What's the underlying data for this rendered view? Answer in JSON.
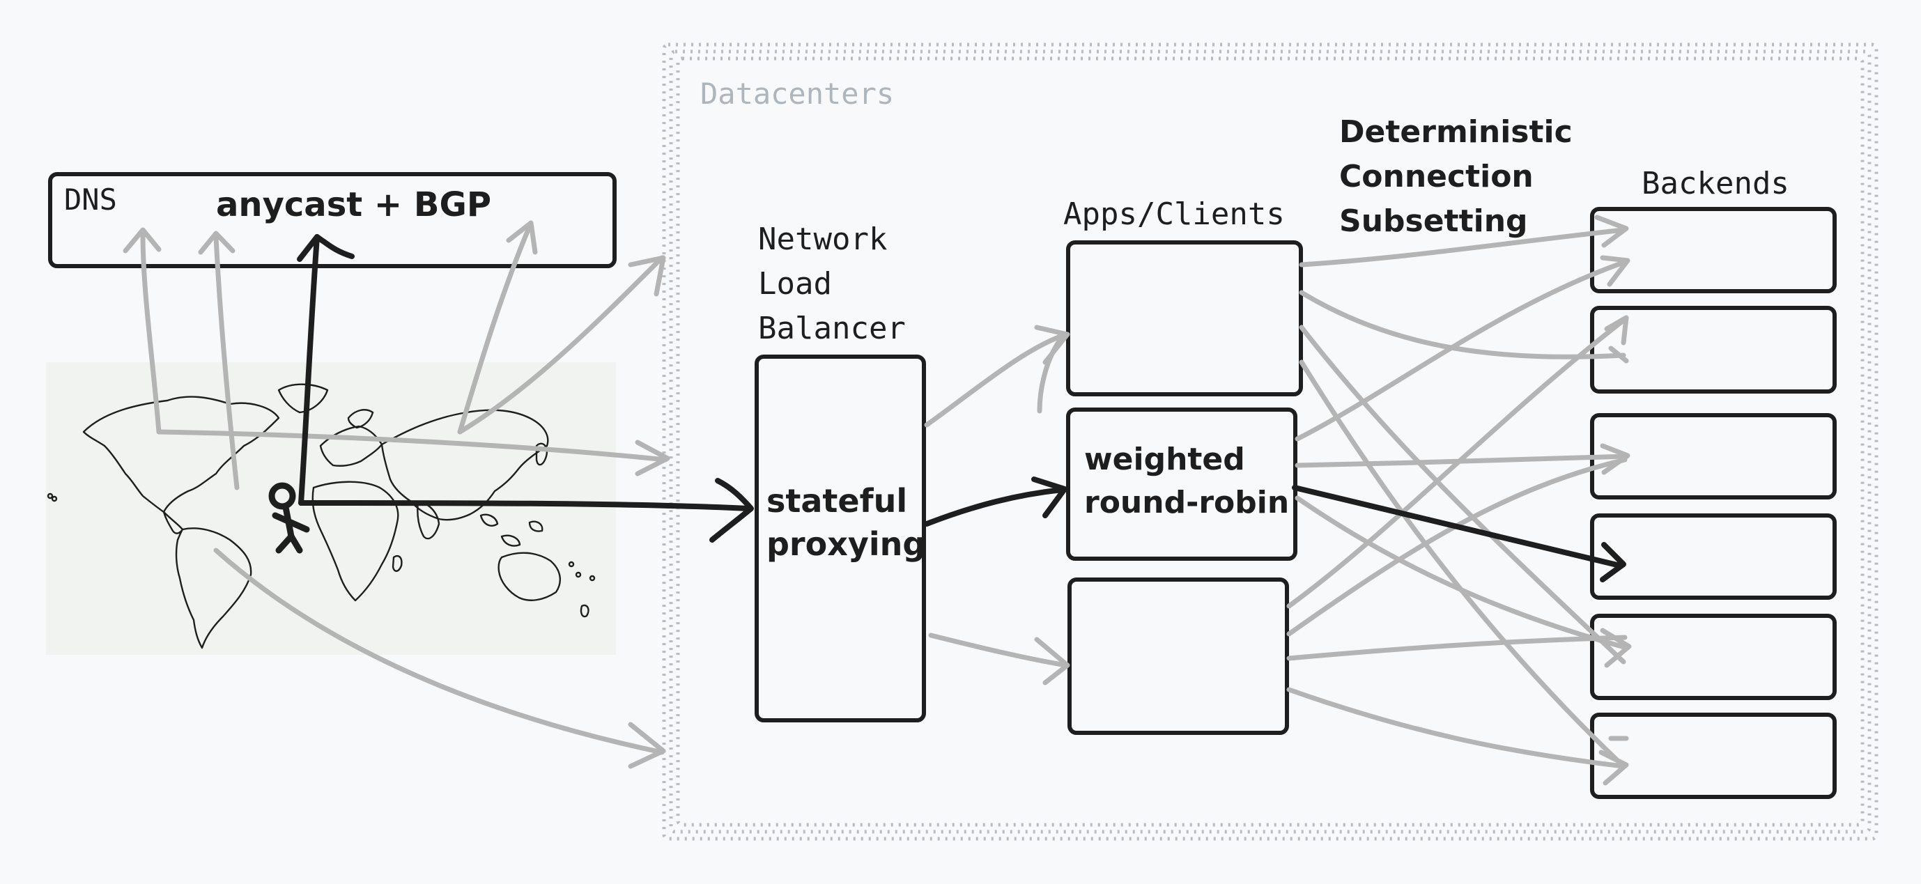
{
  "diagram": {
    "datacenters_label": "Datacenters",
    "dns": {
      "label": "DNS",
      "caption": "anycast + BGP"
    },
    "nlb": {
      "heading_line1": "Network",
      "heading_line2": "Load",
      "heading_line3": "Balancer",
      "inner_line1": "stateful",
      "inner_line2": "proxying"
    },
    "apps": {
      "heading": "Apps/Clients",
      "inner_line1": "weighted",
      "inner_line2": "round-robin"
    },
    "subsetting": {
      "line1": "Deterministic",
      "line2": "Connection",
      "line3": "Subsetting"
    },
    "backends": {
      "heading": "Backends",
      "count": 6
    },
    "colors": {
      "ink": "#1e1e1e",
      "faint_arrow": "#b4b4b4",
      "dotted_border": "#b8bcc2",
      "datacenter_label": "#adb5bd",
      "map_background": "#f1f3f1",
      "canvas": "#f8f9fa"
    },
    "icons": [
      "world-map-icon",
      "person-icon"
    ]
  }
}
